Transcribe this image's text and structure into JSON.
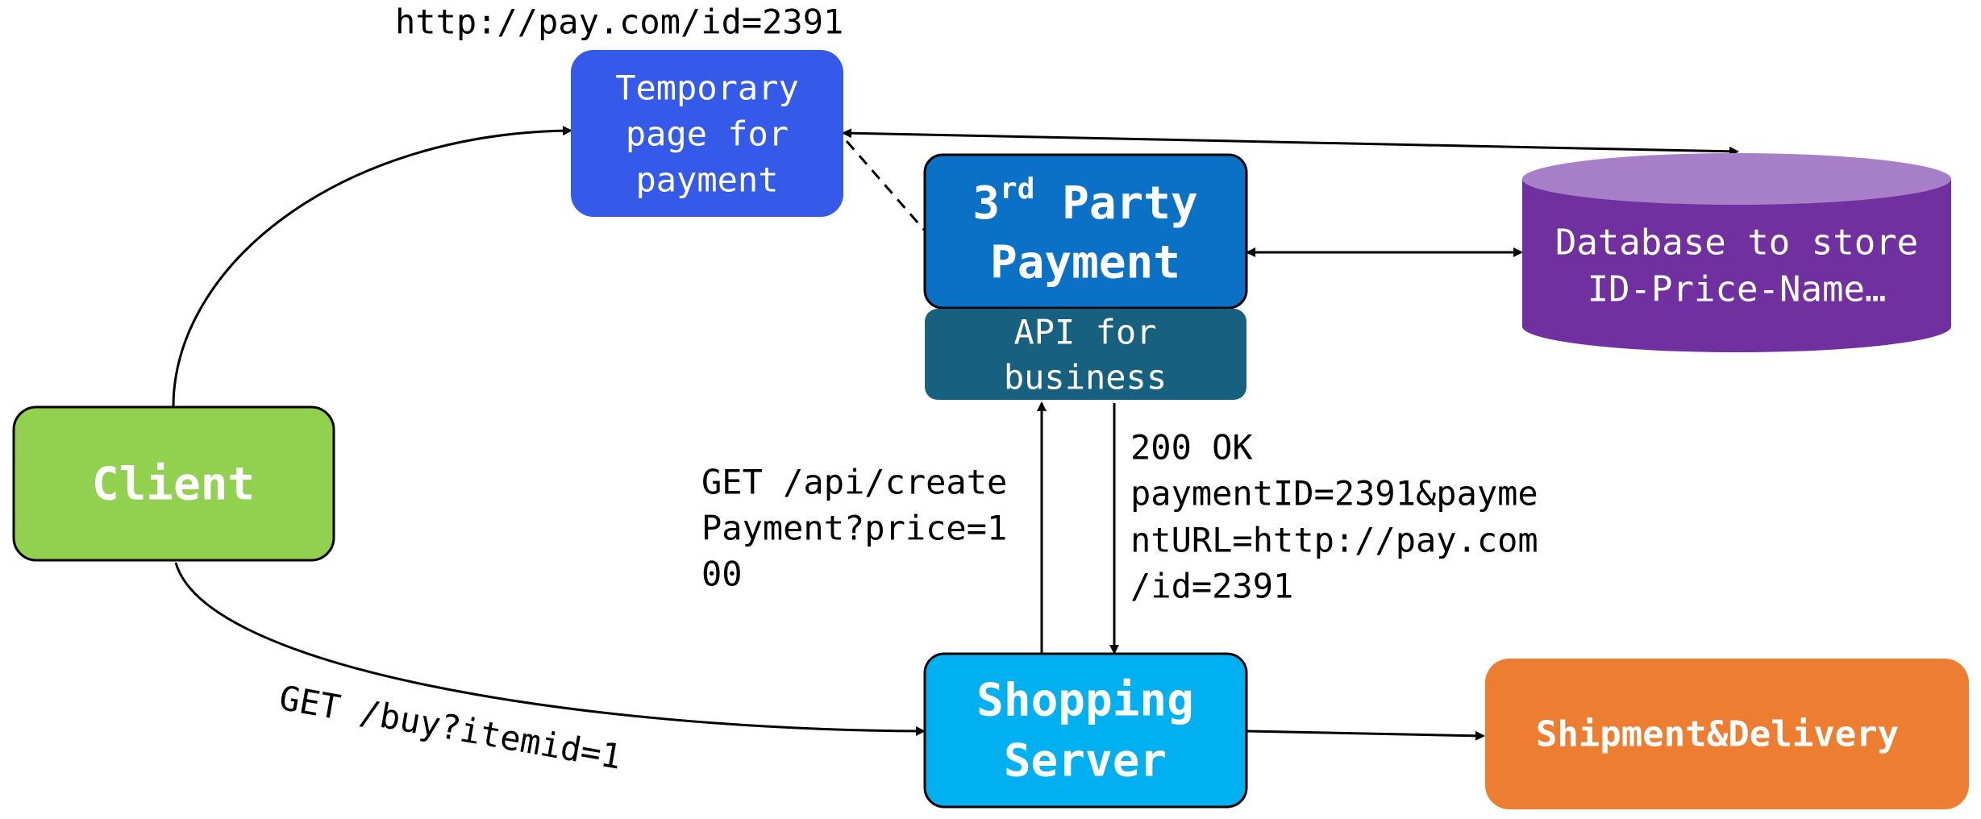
{
  "colors": {
    "client": "#92d050",
    "temp_page": "#3559e9",
    "third_party": "#0b71c6",
    "api": "#17607f",
    "database_body": "#7030a0",
    "database_top": "#a77fc9",
    "shopping": "#00b0f0",
    "shipment": "#ed7d31",
    "edges": "#000000"
  },
  "nodes": {
    "client": {
      "label": "Client"
    },
    "temp_page": {
      "lines": [
        "Temporary",
        "page for",
        "payment"
      ]
    },
    "third_party": {
      "line1_main": "3",
      "line1_sup": "rd",
      "line1_rest": " Party",
      "line2": "Payment"
    },
    "api": {
      "lines": [
        "API for",
        "business"
      ]
    },
    "database": {
      "lines": [
        "Database to store",
        "ID-Price-Name…"
      ]
    },
    "shopping": {
      "lines": [
        "Shopping",
        "Server"
      ]
    },
    "shipment": {
      "label": "Shipment&Delivery"
    }
  },
  "labels": {
    "pay_url": "http://pay.com/id=2391",
    "create_request": [
      "GET /api/create",
      "Payment?price=1",
      "00"
    ],
    "ok_response": [
      "200 OK",
      "paymentID=2391&payme",
      "ntURL=http://pay.com",
      "/id=2391"
    ],
    "buy_request": "GET /buy?itemid=1"
  },
  "icons": {
    "arrowhead": "arrowhead-icon"
  }
}
